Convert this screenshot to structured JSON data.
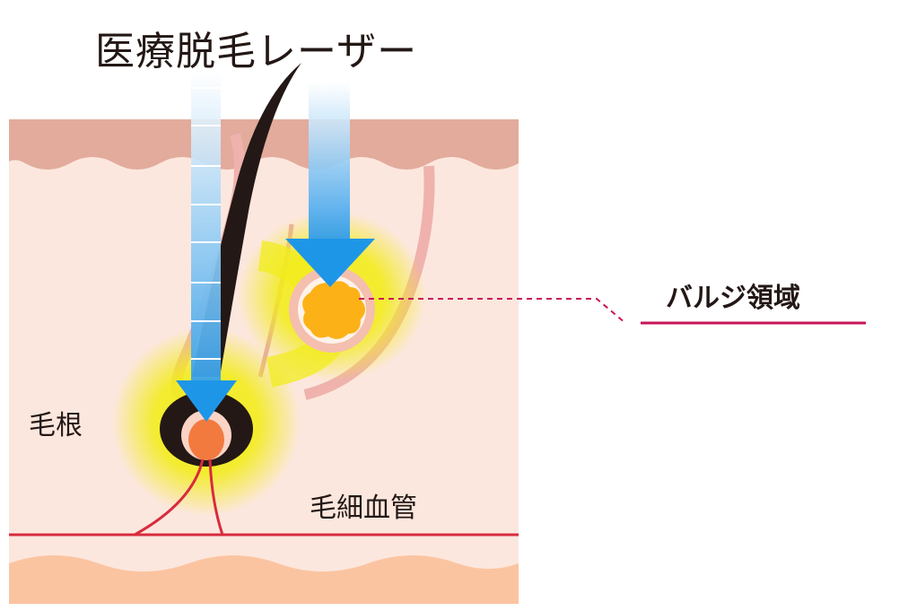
{
  "labels": {
    "title": "医療脱毛レーザー",
    "bulge_region": "バルジ領域",
    "hair_root": "毛根",
    "capillary": "毛細血管"
  },
  "colors": {
    "epidermis": "#e2ab9c",
    "dermis": "#fce7de",
    "subcutis": "#fbc4a1",
    "laser_arrow": "#1e96e8",
    "glow": "#f2ec1c",
    "bulge": "#fcb216",
    "papilla": "#f27a3f",
    "hair": "#231815",
    "capillary": "#d92b3d",
    "leader_line": "#c8145a"
  }
}
